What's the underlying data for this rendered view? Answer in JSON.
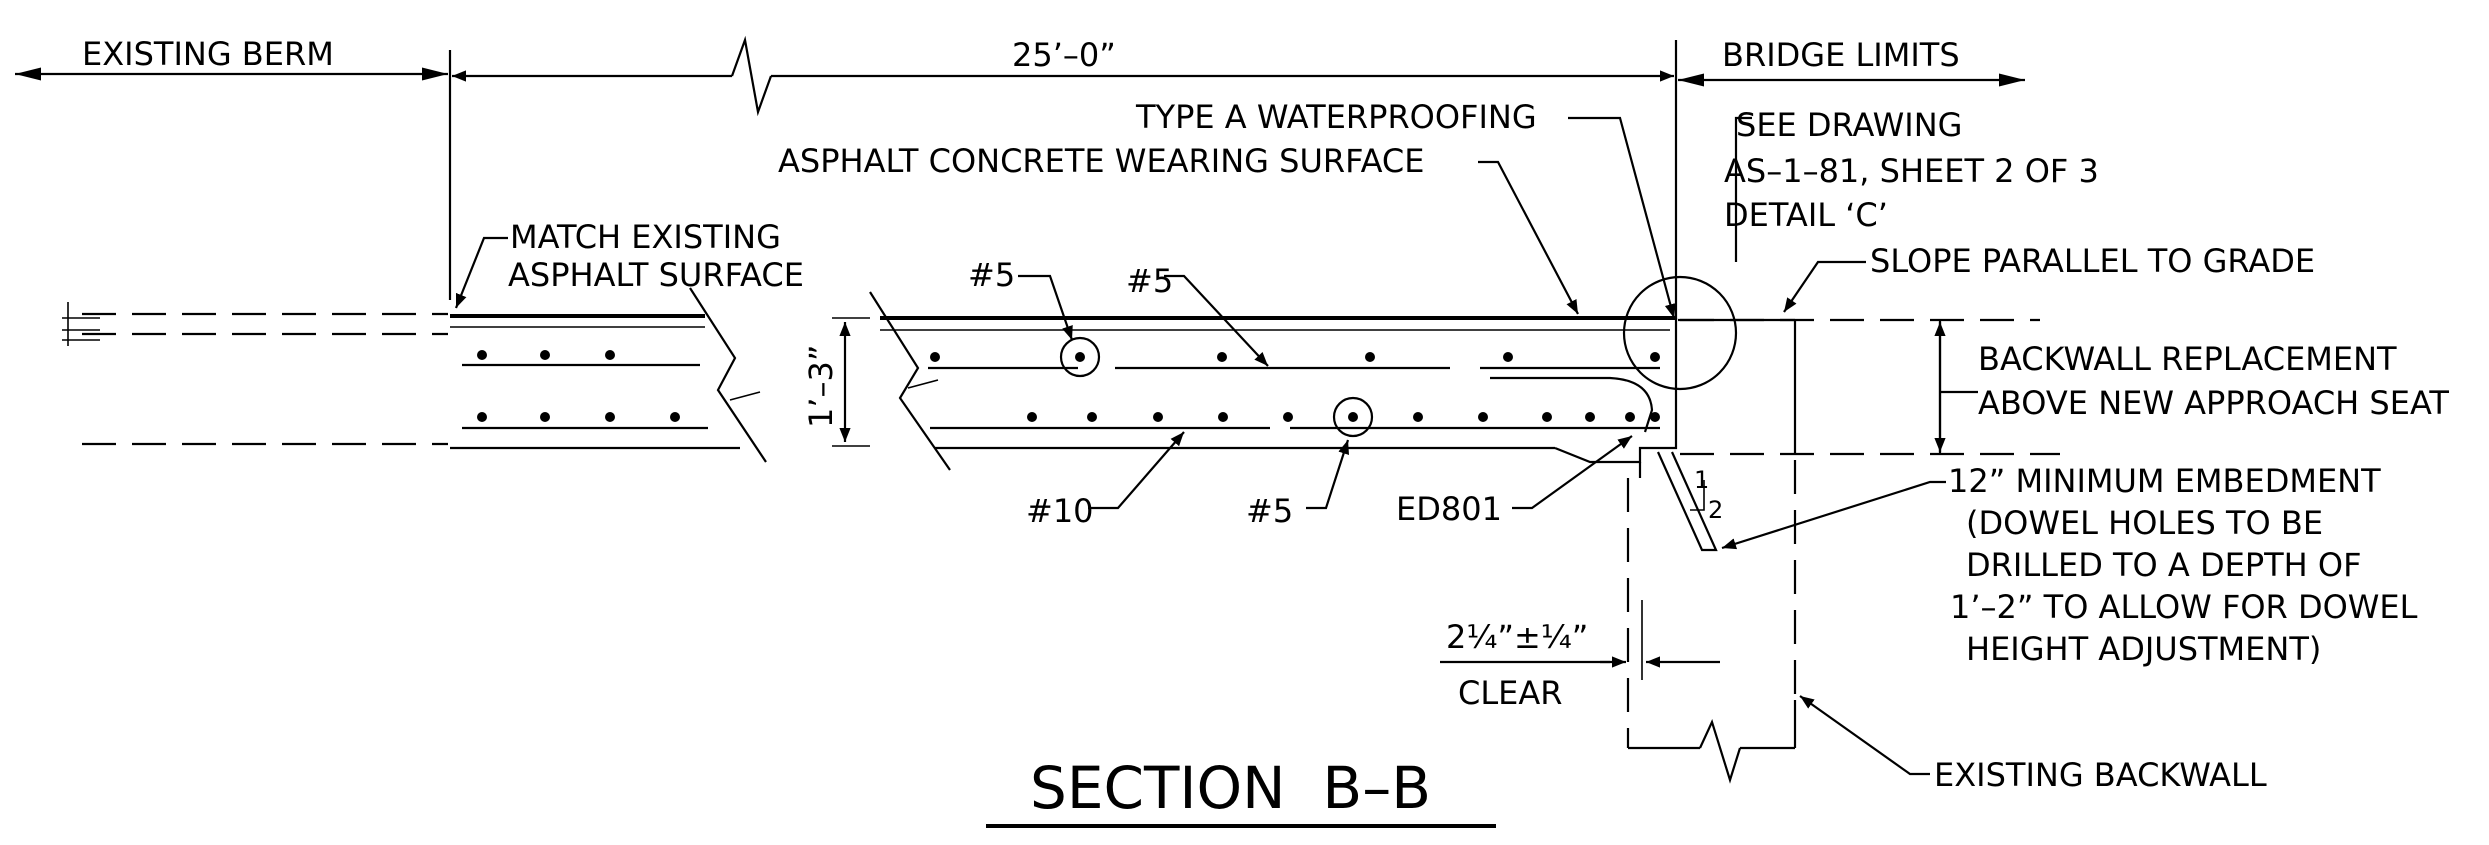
{
  "drawing": {
    "title": "SECTION  B–B",
    "dimensions": {
      "existing_berm": "EXISTING BERM",
      "length": "25’–0”",
      "bridge_limits": "BRIDGE LIMITS",
      "slab_depth": "1’–3”",
      "clearance": "2¼”±¼”",
      "clear": "CLEAR"
    },
    "labels": {
      "waterproofing": "TYPE A WATERPROOFING",
      "wearing_surface": "ASPHALT CONCRETE WEARING SURFACE",
      "see_drawing_1": "SEE DRAWING",
      "see_drawing_2": "AS–1–81, SHEET 2 OF 3",
      "see_drawing_3": "DETAIL ‘C’",
      "match_1": "MATCH EXISTING",
      "match_2": "ASPHALT SURFACE",
      "slope": "SLOPE PARALLEL TO GRADE",
      "backwall_1": "BACKWALL REPLACEMENT",
      "backwall_2": "ABOVE NEW APPROACH SEAT",
      "embed_1": "12” MINIMUM EMBEDMENT",
      "embed_2": "(DOWEL HOLES TO BE",
      "embed_3": "DRILLED TO A DEPTH OF",
      "embed_4": "1’–2” TO ALLOW FOR DOWEL",
      "embed_5": "HEIGHT ADJUSTMENT)",
      "existing_backwall": "EXISTING BACKWALL",
      "bar_5a": "#5",
      "bar_5b": "#5",
      "bar_5c": "#5",
      "bar_10": "#10",
      "ed801": "ED801",
      "slope_1": "1",
      "slope_2": "2"
    }
  }
}
